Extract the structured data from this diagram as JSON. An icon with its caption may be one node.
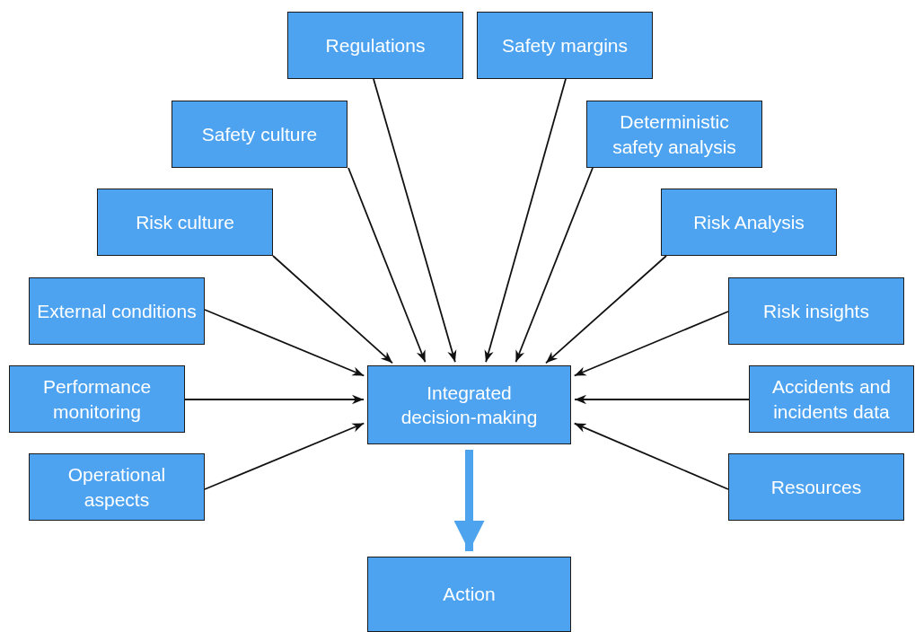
{
  "diagram": {
    "nodes": [
      {
        "text": [
          "Regulations"
        ]
      },
      {
        "text": [
          "Safety margins"
        ]
      },
      {
        "text": [
          "Safety culture"
        ]
      },
      {
        "text": [
          "Deterministic safety analysis"
        ]
      },
      {
        "text": [
          "Risk culture"
        ]
      },
      {
        "text": [
          "Risk Analysis"
        ]
      },
      {
        "text": [
          "External conditions"
        ]
      },
      {
        "text": [
          "Risk insights"
        ]
      },
      {
        "text": [
          "Performance monitoring"
        ]
      },
      {
        "text": [
          "Integrated decision-making"
        ]
      },
      {
        "text": [
          "Accidents and incidents data"
        ]
      },
      {
        "text": [
          "Operational aspects"
        ]
      },
      {
        "text": [
          "Resources"
        ]
      },
      {
        "text": [
          "Action"
        ]
      }
    ],
    "edges": [
      {
        "from": 0,
        "to": 9,
        "arrow": "to"
      },
      {
        "from": 1,
        "to": 9,
        "arrow": "to"
      },
      {
        "from": 2,
        "to": 9,
        "arrow": "to"
      },
      {
        "from": 3,
        "to": 9,
        "arrow": "to"
      },
      {
        "from": 4,
        "to": 9,
        "arrow": "to"
      },
      {
        "from": 5,
        "to": 9,
        "arrow": "to"
      },
      {
        "from": 6,
        "to": 9,
        "arrow": "to"
      },
      {
        "from": 7,
        "to": 9,
        "arrow": "to"
      },
      {
        "from": 8,
        "to": 9,
        "arrow": "to"
      },
      {
        "from": 10,
        "to": 9,
        "arrow": "to"
      },
      {
        "from": 11,
        "to": 9,
        "arrow": "to"
      },
      {
        "from": 12,
        "to": 9,
        "arrow": "to"
      },
      {
        "from": 9,
        "to": 13,
        "arrow": "to",
        "style": "thick",
        "color": "#4da3ee"
      }
    ]
  }
}
